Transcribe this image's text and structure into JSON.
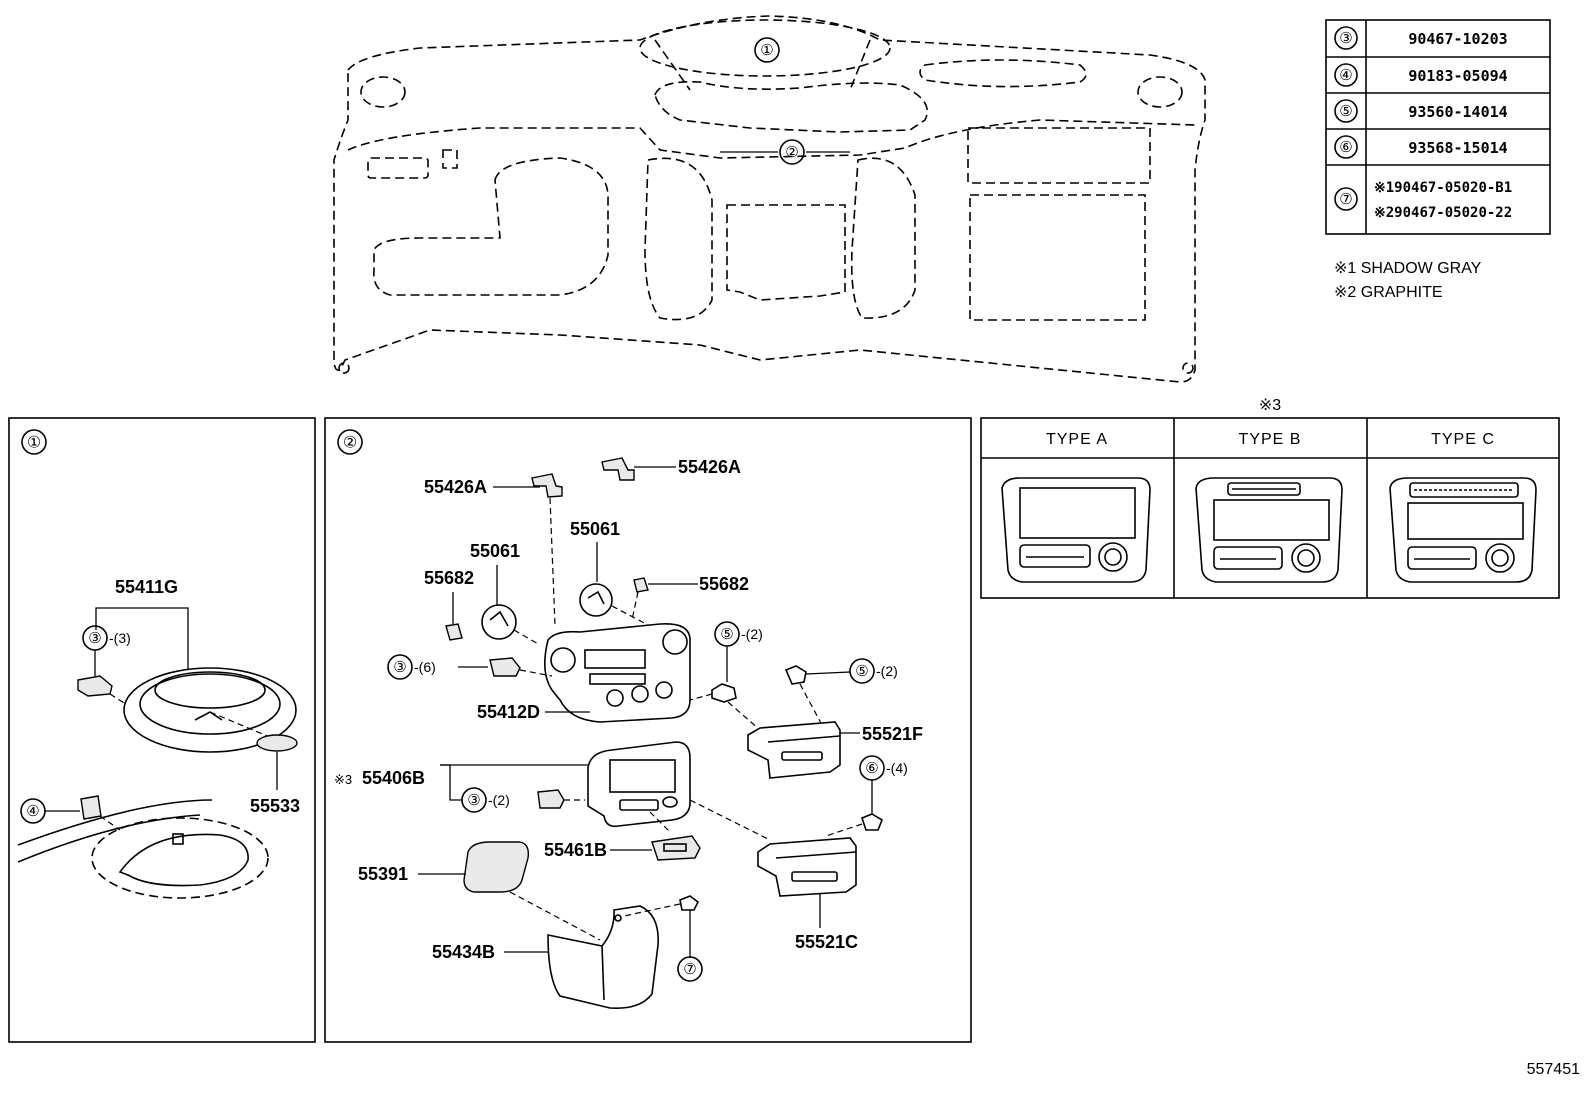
{
  "overview": {
    "callout_1": "①",
    "callout_2": "②"
  },
  "fastener_table": [
    {
      "num": "③",
      "part": "90467-10203"
    },
    {
      "num": "④",
      "part": "90183-05094"
    },
    {
      "num": "⑤",
      "part": "93560-14014"
    },
    {
      "num": "⑥",
      "part": "93568-15014"
    },
    {
      "num": "⑦",
      "part": "※190467-05020-B1",
      "part2": "※290467-05020-22"
    }
  ],
  "color_notes": [
    "※1 SHADOW GRAY",
    "※2 GRAPHITE"
  ],
  "type_table": {
    "note": "※3",
    "types": [
      "TYPE A",
      "TYPE B",
      "TYPE C"
    ]
  },
  "panel1": {
    "title": "①",
    "labels": {
      "p55411G": "55411G",
      "p55533": "55533",
      "c3": "③",
      "q3": "-(3)",
      "c4": "④"
    }
  },
  "panel2": {
    "title": "②",
    "labels": {
      "p55426A_left": "55426A",
      "p55426A_right": "55426A",
      "p55061_left": "55061",
      "p55061_right": "55061",
      "p55682_left": "55682",
      "p55682_right": "55682",
      "p55412D": "55412D",
      "p55521F": "55521F",
      "p55406B": "55406B",
      "p55406B_note": "※3",
      "p55461B": "55461B",
      "p55391": "55391",
      "p55434B": "55434B",
      "p55521C": "55521C",
      "c3a": "③",
      "q3a": "-(6)",
      "c3b": "③",
      "q3b": "-(2)",
      "c5a": "⑤",
      "q5a": "-(2)",
      "c5b": "⑤",
      "q5b": "-(2)",
      "c6": "⑥",
      "q6": "-(4)",
      "c7": "⑦"
    }
  },
  "diagram_id": "557451"
}
